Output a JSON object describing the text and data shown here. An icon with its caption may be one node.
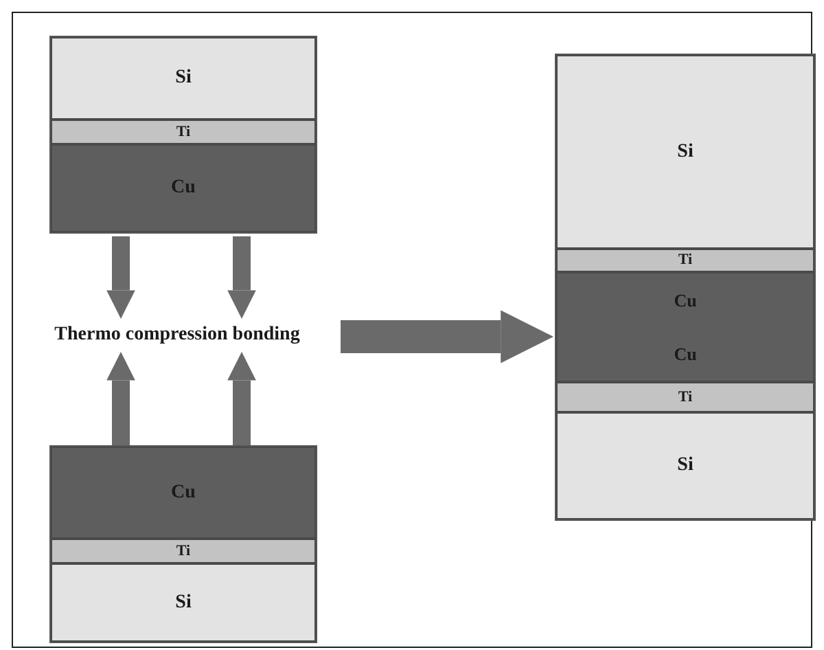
{
  "diagram": {
    "nodes": [
      {
        "text": [],
        "shape": "box"
      },
      {
        "text": [
          "Si"
        ],
        "in": 0
      },
      {
        "text": [
          "Ti"
        ],
        "in": 0
      },
      {
        "text": [
          "Cu"
        ],
        "in": 0
      },
      {
        "text": [
          "Thermo compression bonding"
        ]
      },
      {
        "text": [],
        "shape": "box"
      },
      {
        "text": [
          "Cu"
        ],
        "in": 5
      },
      {
        "text": [
          "Ti"
        ],
        "in": 5
      },
      {
        "text": [
          "Si"
        ],
        "in": 5
      },
      {
        "text": [],
        "shape": "box"
      },
      {
        "text": [
          "Si"
        ],
        "in": 9
      },
      {
        "text": [
          "Ti"
        ],
        "in": 9
      },
      {
        "text": [
          "Cu",
          "Cu"
        ],
        "in": 9
      },
      {
        "text": [
          "Ti"
        ],
        "in": 9
      },
      {
        "text": [
          "Si"
        ],
        "in": 9
      }
    ],
    "edges": [
      {
        "from": 3,
        "to": 4,
        "arrow": "to"
      },
      {
        "from": 3,
        "to": 4,
        "arrow": "to"
      },
      {
        "from": 6,
        "to": 4,
        "arrow": "to"
      },
      {
        "from": 6,
        "to": 4,
        "arrow": "to"
      },
      {
        "from": 4,
        "to": 9,
        "arrow": "to",
        "style": "thick"
      }
    ]
  }
}
